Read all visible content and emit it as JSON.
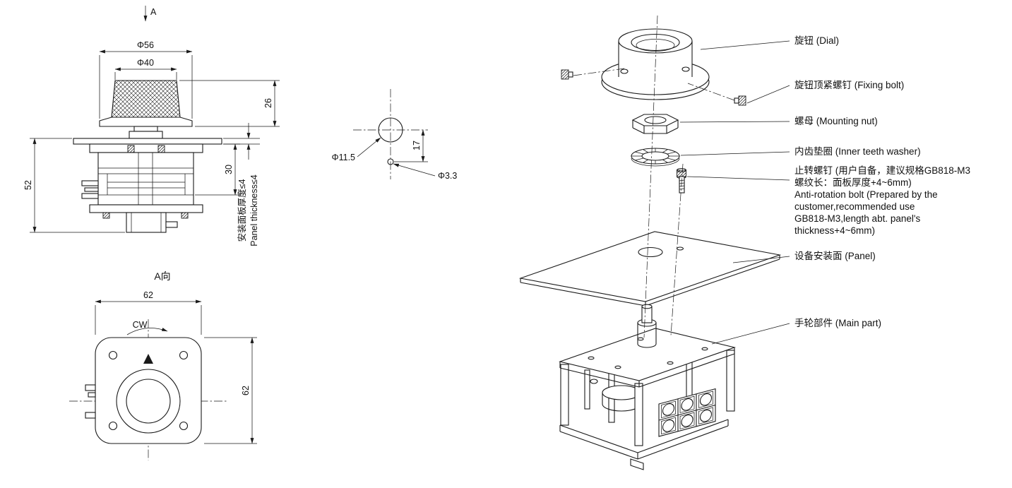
{
  "front_view": {
    "section_label": "A",
    "dims": {
      "phi56": "Φ56",
      "phi40": "Φ40",
      "height_26": "26",
      "depth_30": "30",
      "depth_52": "52"
    },
    "panel_note_cn": "安装面板厚度≤4",
    "panel_note_en": "Panel thickness≤4"
  },
  "hole_detail": {
    "phi_hole": "Φ11.5",
    "pitch_17": "17",
    "phi_small": "Φ3.3"
  },
  "view_a": {
    "title": "A向",
    "width_62": "62",
    "height_62": "62",
    "cw": "CW"
  },
  "exploded": {
    "dial": "旋钮 (Dial)",
    "fixing_bolt": "旋钮顶紧螺钉 (Fixing bolt)",
    "nut": "螺母 (Mounting nut)",
    "washer": "内齿垫圈 (Inner teeth washer)",
    "anti_rotation_lines": [
      "止转螺钉 (用户自备，建议规格GB818-M3",
      "螺纹长：面板厚度+4~6mm)",
      "Anti-rotation bolt (Prepared by the",
      "customer,recommended use",
      "GB818-M3,length abt. panel's",
      "thickness+4~6mm)"
    ],
    "panel": "设备安装面 (Panel)",
    "main_part": "手轮部件 (Main part)"
  },
  "colors": {
    "line": "#1a1a1a",
    "background": "#ffffff"
  }
}
